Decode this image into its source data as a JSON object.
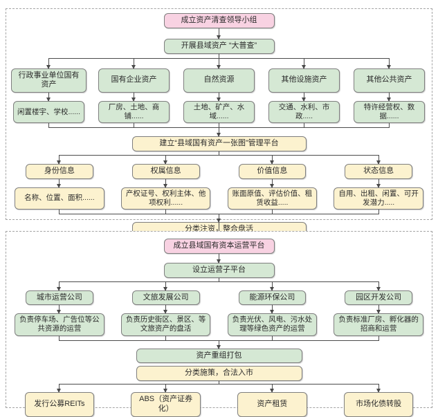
{
  "section1": {
    "start": "成立资产清查领导小组",
    "census": "开展县域资产 “大普查”",
    "categories": [
      {
        "label": "行政事业单位国有资产",
        "detail": "闲置楼宇、学校......"
      },
      {
        "label": "国有企业资产",
        "detail": "厂房、土地、商铺......"
      },
      {
        "label": "自然资源",
        "detail": "土地、矿产、水域......"
      },
      {
        "label": "其他设施资产",
        "detail": "交通、水利、市政....."
      },
      {
        "label": "其他公共资产",
        "detail": "特许经营权、数据......"
      }
    ],
    "platform": "建立“县域国有资产一张图”管理平台",
    "info": [
      {
        "label": "身份信息",
        "detail": "名称、位置、面积......"
      },
      {
        "label": "权属信息",
        "detail": "产权证号、权利主体、他项权利......"
      },
      {
        "label": "价值信息",
        "detail": "账面原值、评估价值、租赁收益....."
      },
      {
        "label": "状态信息",
        "detail": "自用、出租、闲置、可开发潜力....."
      }
    ],
    "integrate": "分类注资，整合盘活"
  },
  "section2": {
    "start": "成立县域国有资本运营平台",
    "sub_platform": "设立运营子平台",
    "companies": [
      {
        "label": "城市运营公司",
        "detail": "负责停车场、广告位等公共资源的运营"
      },
      {
        "label": "文旅发展公司",
        "detail": "负责历史街区、景区、等文旅资产的盘活"
      },
      {
        "label": "能源环保公司",
        "detail": "负责光伏、风电、污水处理等绿色资产的运营"
      },
      {
        "label": "园区开发公司",
        "detail": "负责标准厂房、孵化器的招商和运营"
      }
    ],
    "repack": "资产重组打包",
    "market": "分类施策，合法入市",
    "exits": [
      {
        "label": "发行公募REITs"
      },
      {
        "label": "ABS（资产证券化）"
      },
      {
        "label": "资产租赁"
      },
      {
        "label": "市场化债转股"
      }
    ]
  },
  "colors": {
    "green_fill": "#d5e8d4",
    "yellow_fill": "#fcf2cf",
    "pink_fill": "#f8d2e2",
    "border": "#7e7e7e"
  }
}
